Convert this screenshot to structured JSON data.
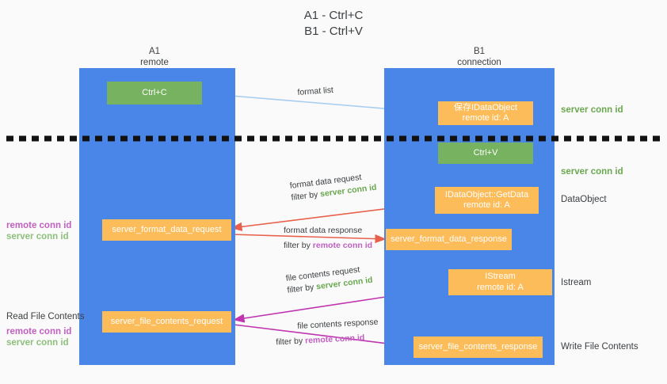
{
  "title": "A1 - Ctrl+C\nB1 - Ctrl+V",
  "columns": [
    {
      "name": "A1",
      "sub": "remote",
      "header": "A1\nremote"
    },
    {
      "name": "B1",
      "sub": "connection",
      "header": "B1\nconnection"
    }
  ],
  "nodes": {
    "ctrl_c": "Ctrl+C",
    "ctrl_v": "Ctrl+V",
    "save_idataobject": "保存IDataObject\nremote id: A",
    "idataobject_getdata": "IDataObject::GetData\nremote id: A",
    "istream": "IStream\nremote id: A",
    "server_format_data_request": "server_format_data_request",
    "server_format_data_response": "server_format_data_response",
    "server_file_contents_request": "server_file_contents_request",
    "server_file_contents_response": "server_file_contents_response"
  },
  "right_labels": {
    "server_conn_id_top": "server conn id",
    "server_conn_id_mid": "server conn id",
    "dataobject": "DataObject",
    "istream": "Istream",
    "write_file_contents": "Write File Contents"
  },
  "left_labels": {
    "conn_ids_upper": {
      "remote": "remote conn id",
      "server": "server conn id"
    },
    "read_file_contents": "Read File Contents",
    "conn_ids_lower": {
      "remote": "remote conn id",
      "server": "server conn id"
    }
  },
  "arrow_labels": {
    "format_list": "format list",
    "format_data_request": {
      "line1": "format data request",
      "line2_prefix": "filter by ",
      "line2_hl": "server conn id"
    },
    "format_data_response": {
      "line1": "format data response",
      "line2_prefix": "filter by ",
      "line2_hl": "remote conn id"
    },
    "file_contents_request": {
      "line1": "file contents request",
      "line2_prefix": "filter by ",
      "line2_hl": "server conn id"
    },
    "file_contents_response": {
      "line1": "file contents response",
      "line2_prefix": "filter by ",
      "line2_hl": "remote conn id"
    }
  },
  "colors": {
    "lane": "#4a86e8",
    "green_node": "#76b260",
    "orange_node": "#fbbc59",
    "server_conn_id": "#6aa84f",
    "remote_conn_id": "#c060c0",
    "format_list_arrow": "#a7cdf0",
    "format_data_arrow": "#e8604c",
    "file_contents_arrow": "#c034b0",
    "black_arrow": "#000000",
    "background": "#fafafa",
    "text": "#3c4043"
  }
}
